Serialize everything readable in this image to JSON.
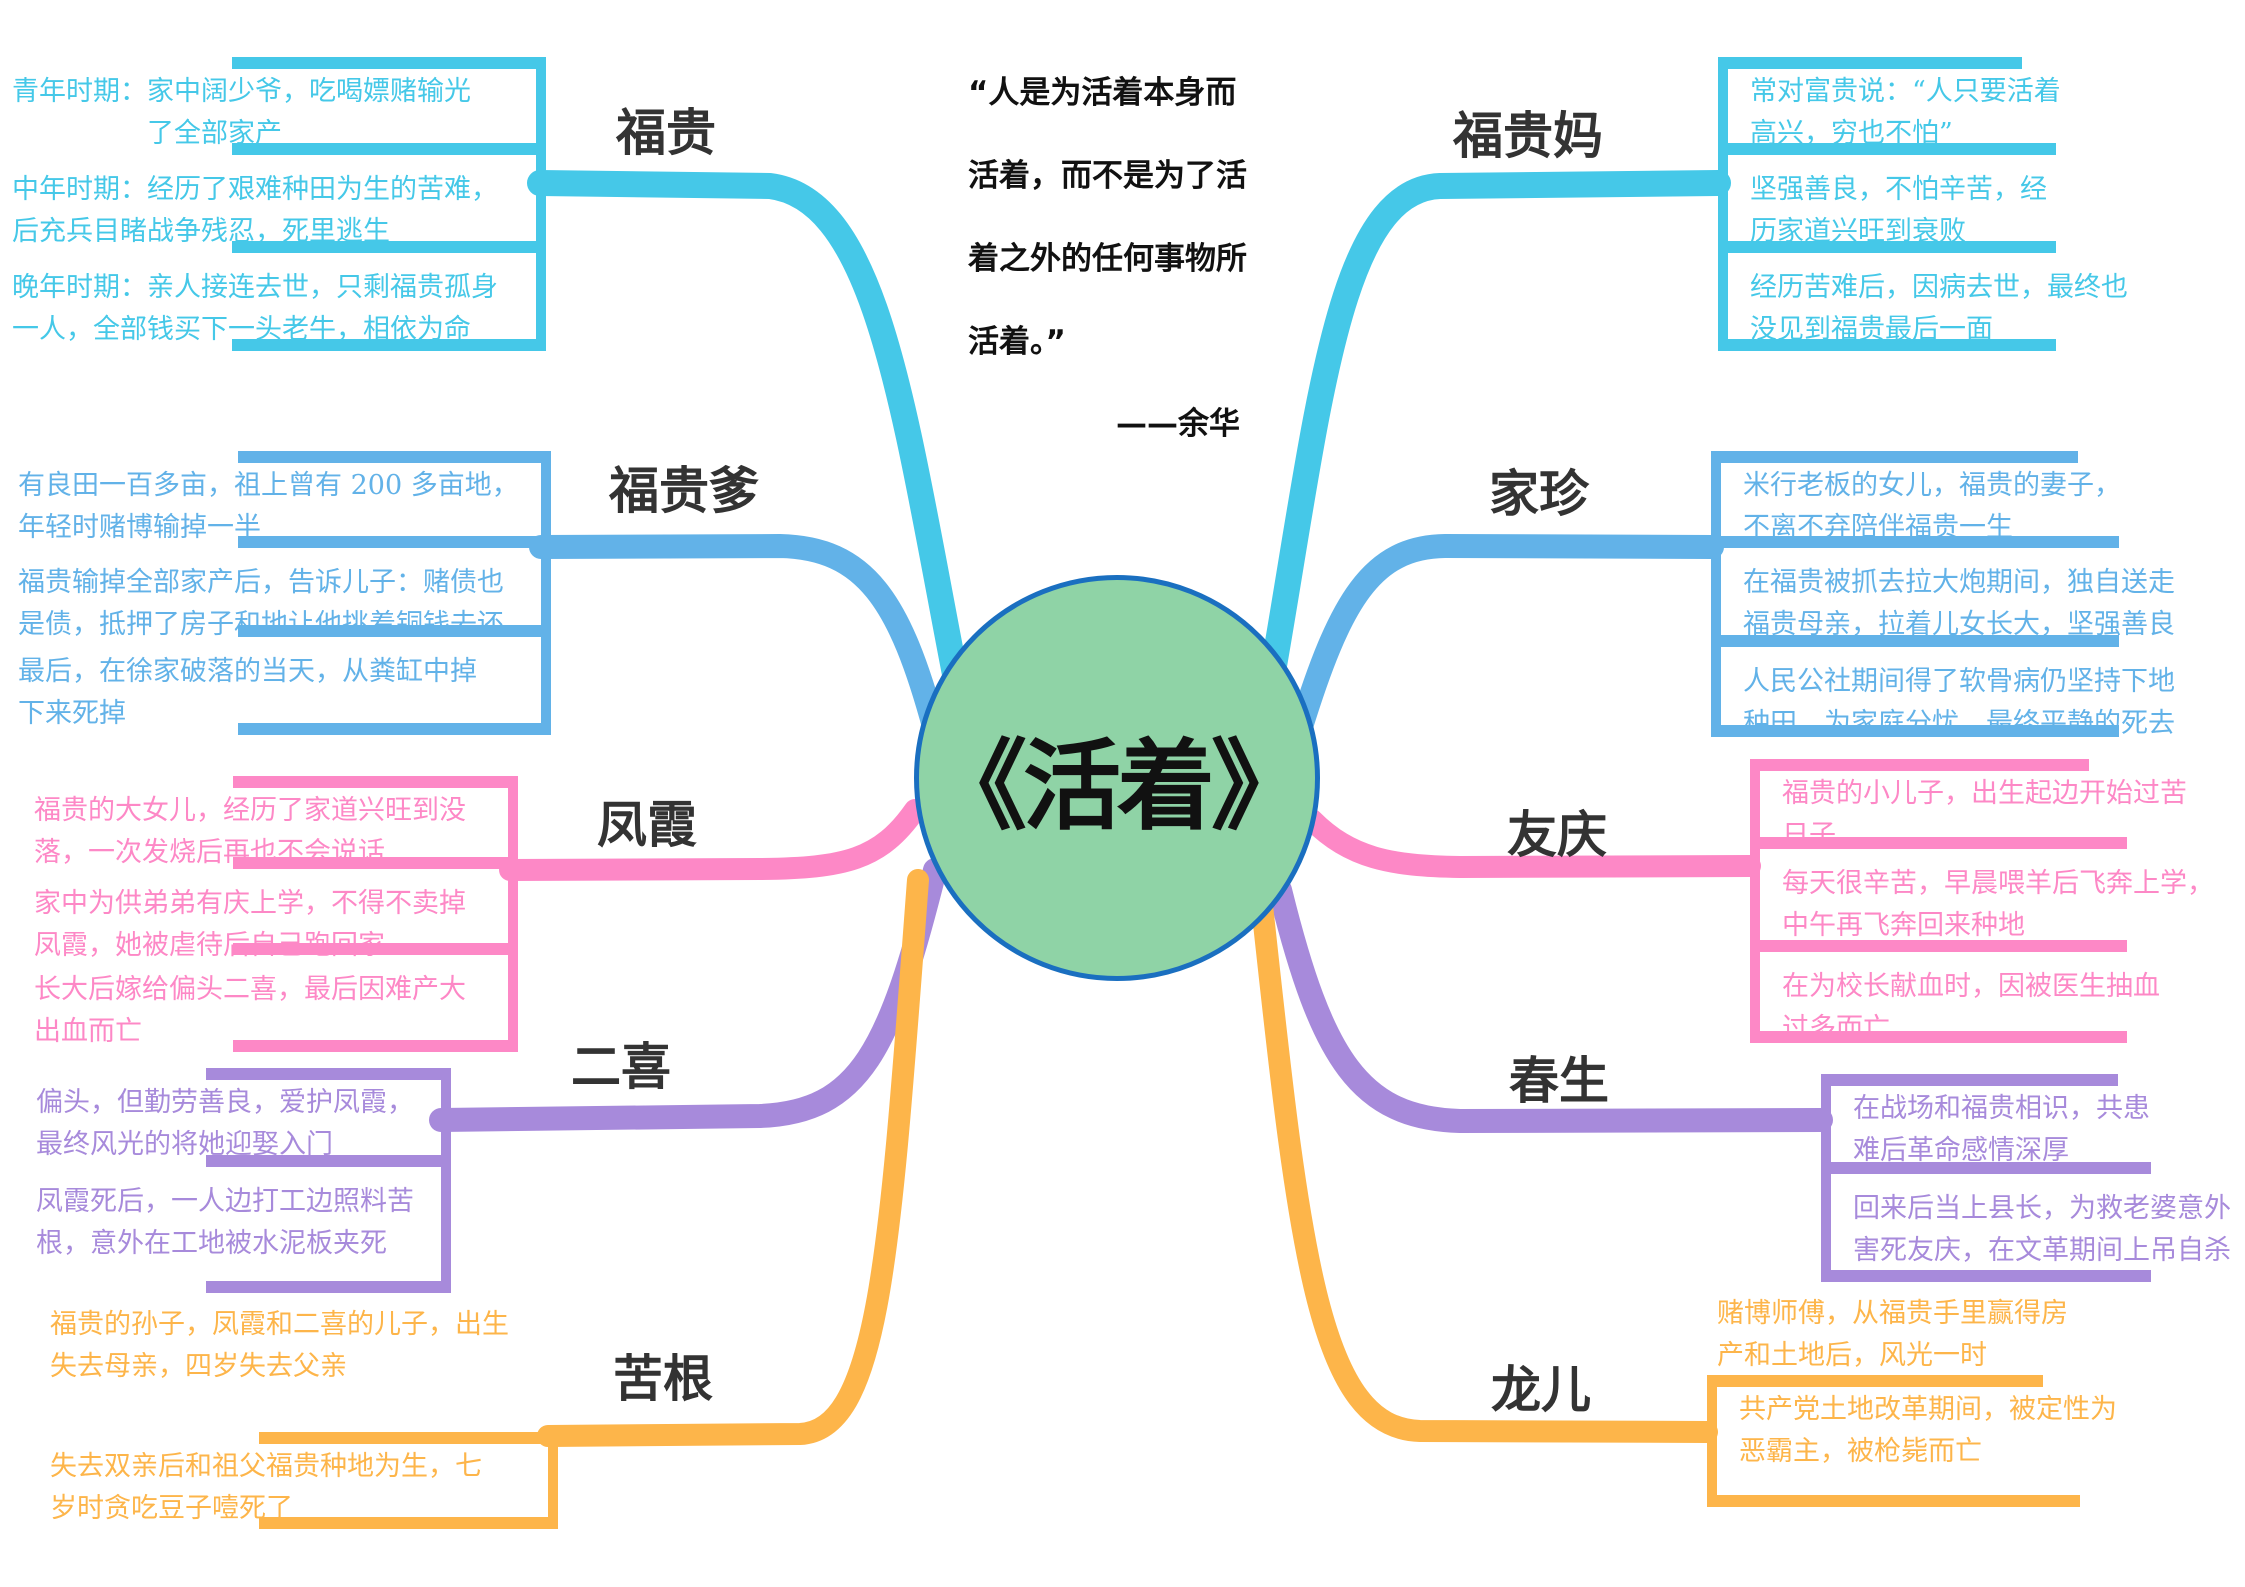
{
  "title": "《活着》",
  "quote": {
    "lines": [
      "“人是为活着本身而",
      "活着，而不是为了活",
      "着之外的任何事物所",
      "活着。”"
    ],
    "author": "——余华"
  },
  "colors": {
    "cyan": "#45c8e8",
    "blue": "#62b2e8",
    "pink": "#fd88c6",
    "purple": "#a78adb",
    "orange": "#fdb54a",
    "center_fill": "#8fd3a6",
    "center_border": "#1a6fc0"
  },
  "branches": [
    {
      "id": "fugui",
      "label": "福贵",
      "color": "#45c8e8",
      "side": "left",
      "items": [
        {
          "lines": [
            "青年时期：家中阔少爷，吃喝嫖赌输光",
            "　　　　　了全部家产"
          ]
        },
        {
          "lines": [
            "中年时期：经历了艰难种田为生的苦难，",
            "后充兵目睹战争残忍，死里逃生"
          ]
        },
        {
          "lines": [
            "晚年时期：亲人接连去世，只剩福贵孤身",
            "一人，全部钱买下一头老牛，相依为命"
          ]
        }
      ]
    },
    {
      "id": "fuguidie",
      "label": "福贵爹",
      "color": "#62b2e8",
      "side": "left",
      "items": [
        {
          "lines": [
            "有良田一百多亩，祖上曾有 200 多亩地，",
            "年轻时赌博输掉一半"
          ]
        },
        {
          "lines": [
            "福贵输掉全部家产后，告诉儿子：赌债也",
            "是债，抵押了房子和地让他挑着铜钱去还"
          ]
        },
        {
          "lines": [
            "最后，在徐家破落的当天，从粪缸中掉",
            "下来死掉"
          ]
        }
      ]
    },
    {
      "id": "fengxia",
      "label": "凤霞",
      "color": "#fd88c6",
      "side": "left",
      "items": [
        {
          "lines": [
            "福贵的大女儿，经历了家道兴旺到没",
            "落，一次发烧后再也不会说话"
          ]
        },
        {
          "lines": [
            "家中为供弟弟有庆上学，不得不卖掉",
            "凤霞，她被虐待后自己跑回家"
          ]
        },
        {
          "lines": [
            "长大后嫁给偏头二喜，最后因难产大",
            "出血而亡"
          ]
        }
      ]
    },
    {
      "id": "erxi",
      "label": "二喜",
      "color": "#a78adb",
      "side": "left",
      "items": [
        {
          "lines": [
            "偏头，但勤劳善良，爱护凤霞，",
            "最终风光的将她迎娶入门"
          ]
        },
        {
          "lines": [
            "凤霞死后，一人边打工边照料苦",
            "根，意外在工地被水泥板夹死"
          ]
        }
      ]
    },
    {
      "id": "kugen",
      "label": "苦根",
      "color": "#fdb54a",
      "side": "left",
      "items": [
        {
          "lines": [
            "福贵的孙子，凤霞和二喜的儿子，出生",
            "失去母亲，四岁失去父亲"
          ]
        },
        {
          "lines": [
            "失去双亲后和祖父福贵种地为生，七",
            "岁时贪吃豆子噎死了"
          ]
        }
      ]
    },
    {
      "id": "fuguima",
      "label": "福贵妈",
      "color": "#45c8e8",
      "side": "right",
      "items": [
        {
          "lines": [
            "常对富贵说：“人只要活着",
            "高兴，穷也不怕”"
          ]
        },
        {
          "lines": [
            "坚强善良，不怕辛苦，经",
            "历家道兴旺到衰败"
          ]
        },
        {
          "lines": [
            "经历苦难后，因病去世，最终也",
            "没见到福贵最后一面"
          ]
        }
      ]
    },
    {
      "id": "jiazhen",
      "label": "家珍",
      "color": "#62b2e8",
      "side": "right",
      "items": [
        {
          "lines": [
            "米行老板的女儿，福贵的妻子，",
            "不离不弃陪伴福贵一生"
          ]
        },
        {
          "lines": [
            "在福贵被抓去拉大炮期间，独自送走",
            "福贵母亲，拉着儿女长大，坚强善良"
          ]
        },
        {
          "lines": [
            "人民公社期间得了软骨病仍坚持下地",
            "种田，为家庭分忧，最终平静的死去"
          ]
        }
      ]
    },
    {
      "id": "youqing",
      "label": "友庆",
      "color": "#fd88c6",
      "side": "right",
      "items": [
        {
          "lines": [
            "福贵的小儿子，出生起边开始过苦",
            "日子"
          ]
        },
        {
          "lines": [
            "每天很辛苦，早晨喂羊后飞奔上学，",
            "中午再飞奔回来种地"
          ]
        },
        {
          "lines": [
            "在为校长献血时，因被医生抽血",
            "过多而亡"
          ]
        }
      ]
    },
    {
      "id": "chunsheng",
      "label": "春生",
      "color": "#a78adb",
      "side": "right",
      "items": [
        {
          "lines": [
            "在战场和福贵相识，共患",
            "难后革命感情深厚"
          ]
        },
        {
          "lines": [
            "回来后当上县长，为救老婆意外",
            "害死友庆，在文革期间上吊自杀"
          ]
        }
      ]
    },
    {
      "id": "longer",
      "label": "龙儿",
      "color": "#fdb54a",
      "side": "right",
      "items": [
        {
          "lines": [
            "赌博师傅，从福贵手里赢得房",
            "产和土地后，风光一时"
          ]
        },
        {
          "lines": [
            "共产党土地改革期间，被定性为",
            "恶霸主，被枪毙而亡"
          ]
        }
      ]
    }
  ]
}
